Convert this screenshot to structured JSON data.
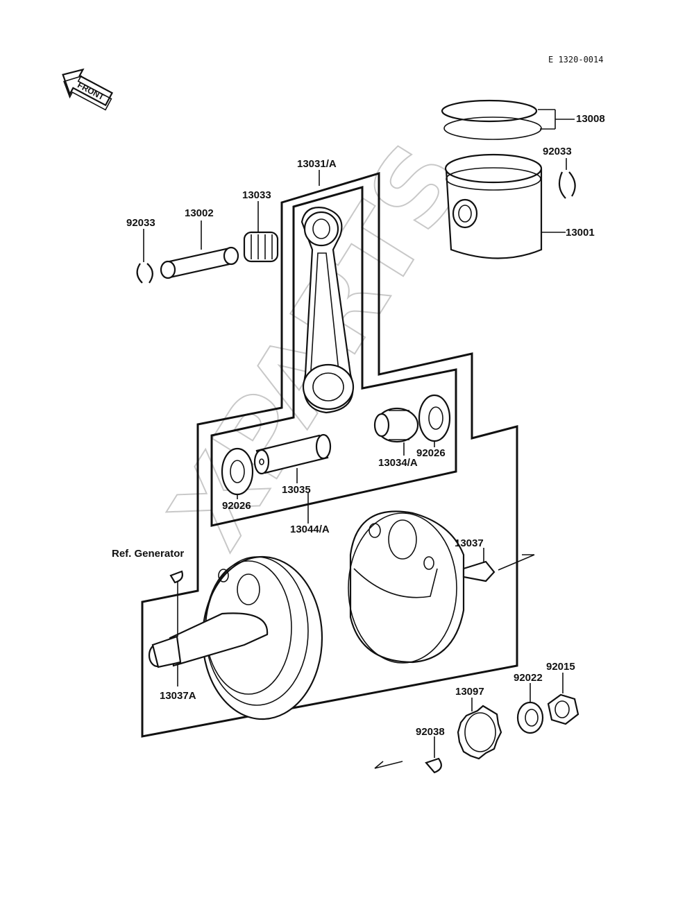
{
  "drawing_code": "E 1320-0014",
  "front_label": "FRONT",
  "watermark": "XPARTS",
  "parts": {
    "p13008": "13008",
    "p92033_top": "92033",
    "p13001": "13001",
    "p13031": "13031/A",
    "p13033": "13033",
    "p13002": "13002",
    "p92033_left": "92033",
    "p92026_right": "92026",
    "p13034": "13034/A",
    "p13035": "13035",
    "p92026_left": "92026",
    "p13044": "13044/A",
    "p13037": "13037",
    "ref_generator": "Ref. Generator",
    "p13037A": "13037A",
    "p92015": "92015",
    "p92022": "92022",
    "p13097": "13097",
    "p92038": "92038"
  }
}
